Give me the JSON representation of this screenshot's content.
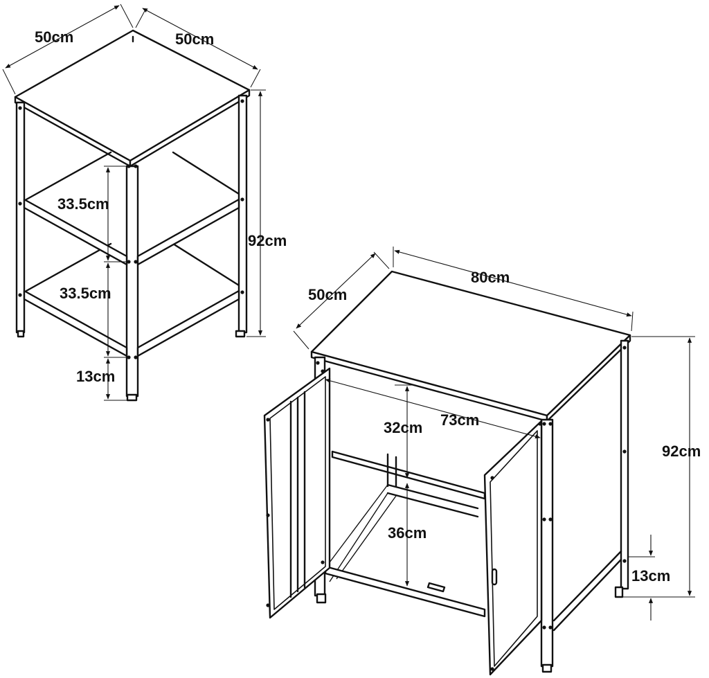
{
  "left_unit": {
    "dims": {
      "depth_left": "50cm",
      "width_right": "50cm",
      "height": "92cm",
      "shelf_gap_upper": "33.5cm",
      "shelf_gap_lower": "33.5cm",
      "leg_height": "13cm"
    }
  },
  "right_unit": {
    "dims": {
      "depth": "50cm",
      "width": "80cm",
      "height": "92cm",
      "inner_width": "73cm",
      "upper_gap": "32cm",
      "lower_gap": "36cm",
      "leg_height": "13cm"
    }
  }
}
